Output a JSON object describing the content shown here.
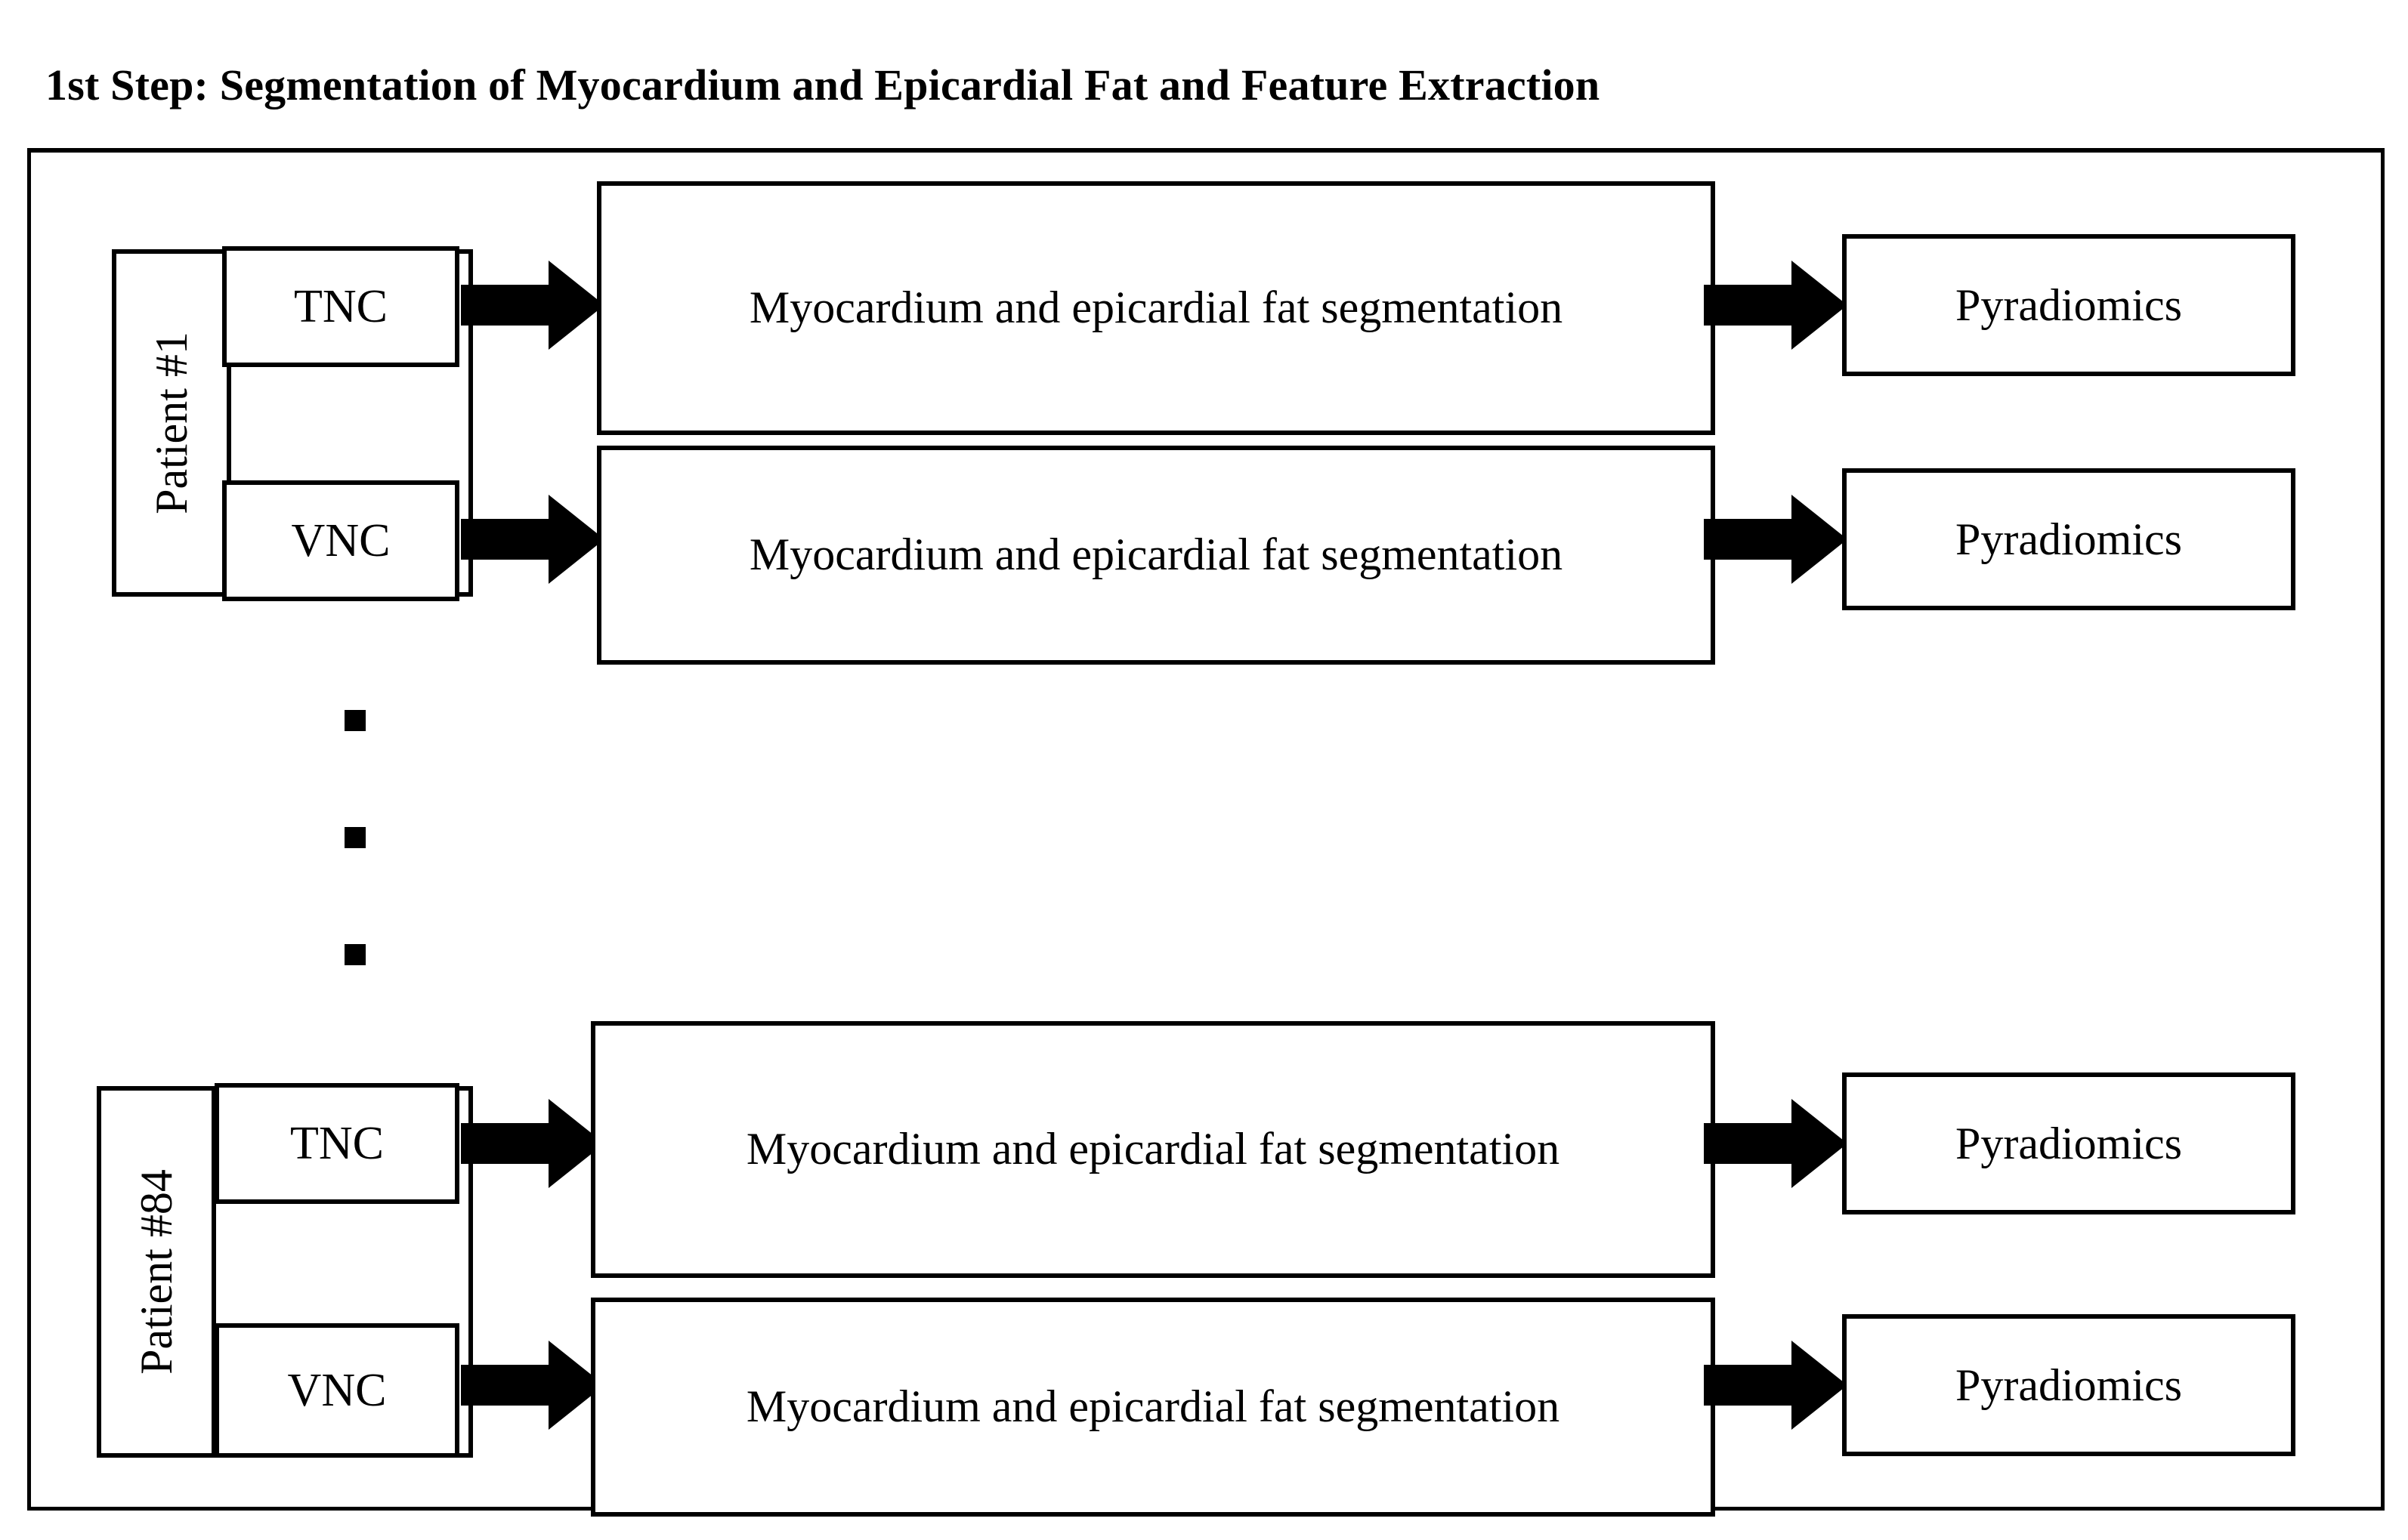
{
  "figure": {
    "header": {
      "title": "1st Step: Segmentation of Myocardium and Epicardial Fat and Feature Extraction"
    },
    "colors": {
      "stroke": "#000000",
      "fill": "#ffffff",
      "arrow": "#000000"
    },
    "patients": [
      {
        "id": "patient-1",
        "label": "Patient #1",
        "rows": [
          {
            "scan": "TNC",
            "process": "Myocardium and epicardial fat segmentation",
            "output": "Pyradiomics"
          },
          {
            "scan": "VNC",
            "process": "Myocardium and epicardial fat segmentation",
            "output": "Pyradiomics"
          }
        ]
      },
      {
        "id": "patient-84",
        "label": "Patient #84",
        "rows": [
          {
            "scan": "TNC",
            "process": "Myocardium and epicardial fat segmentation",
            "output": "Pyradiomics"
          },
          {
            "scan": "VNC",
            "process": "Myocardium and epicardial fat segmentation",
            "output": "Pyradiomics"
          }
        ]
      }
    ],
    "ellipsis": {
      "glyph": "square-dot",
      "count": 3,
      "meaning": "continuation between patient #1 and patient #84"
    },
    "arrows": {
      "icon": "block-arrow-right",
      "count": 8
    }
  }
}
